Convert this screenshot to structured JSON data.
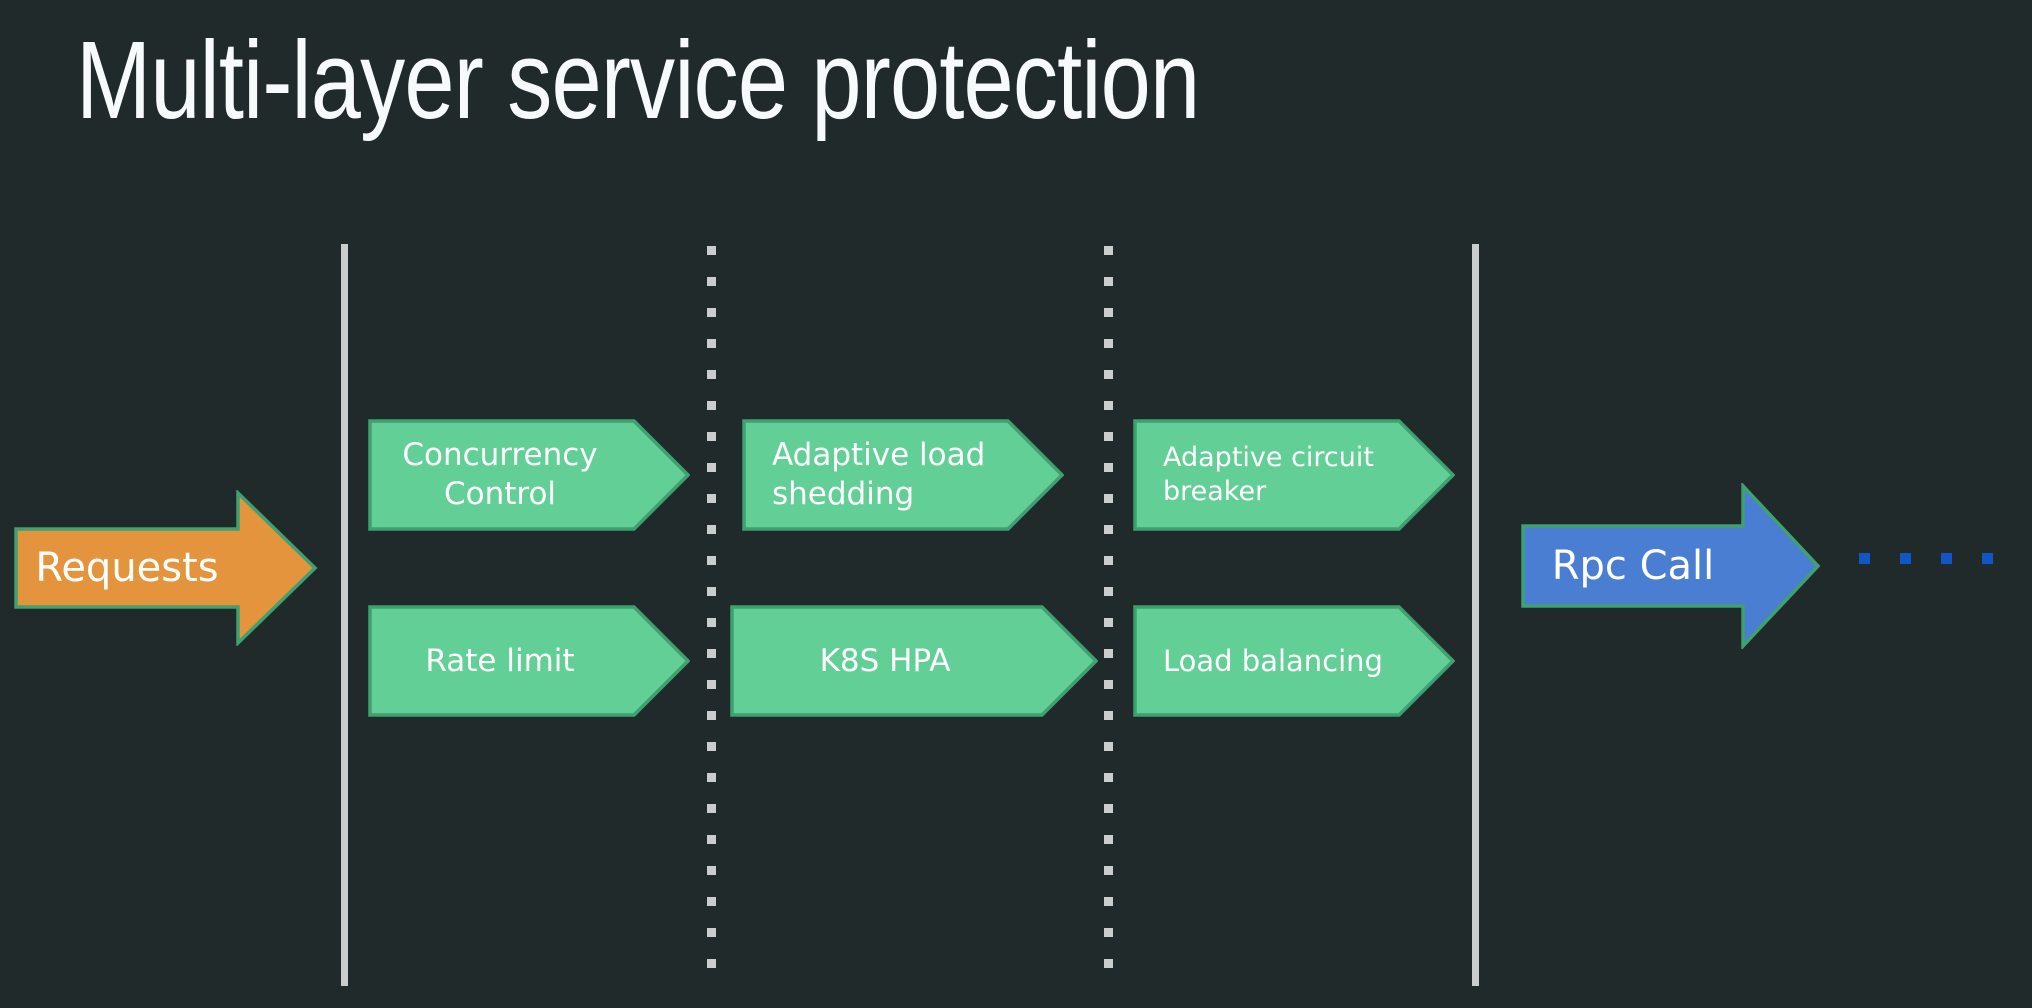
{
  "slide": {
    "title": "Multi-layer service protection",
    "input_arrow": {
      "label": "Requests"
    },
    "output_arrow": {
      "label": "Rpc Call"
    },
    "layers": {
      "layer1": {
        "top": "Concurrency Control",
        "bottom": "Rate limit"
      },
      "layer2": {
        "top": "Adaptive load shedding",
        "bottom": "K8S HPA"
      },
      "layer3": {
        "top": "Adaptive circuit breaker",
        "bottom": "Load balancing"
      }
    }
  },
  "colors": {
    "background": "#212A2A",
    "title_text": "#F7FAFA",
    "shape_green_fill": "#62CF96",
    "shape_green_border": "#3FA070",
    "input_arrow_fill": "#E3943D",
    "output_arrow_fill": "#4A7ED3",
    "divider_gray": "#C9CDCC",
    "continuation_dot_blue": "#1256C6",
    "shape_text": "#FFFFFF"
  }
}
